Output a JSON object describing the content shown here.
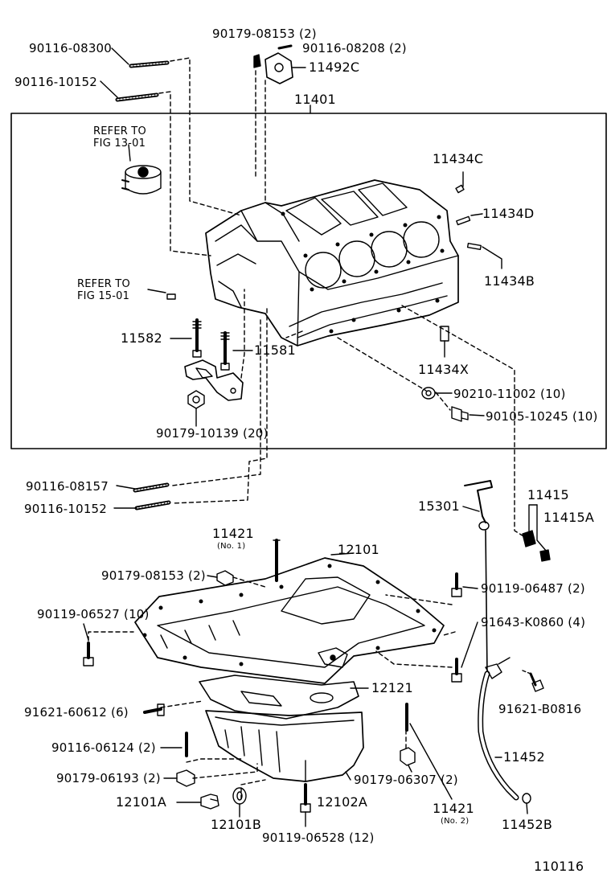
{
  "diagram_id": "110116",
  "box_label": "11401",
  "parts": {
    "p_90116_08300": "90116-08300",
    "p_90116_10152_top": "90116-10152",
    "p_90179_08153_top": "90179-08153 (2)",
    "p_90116_08208": "90116-08208 (2)",
    "p_11492C": "11492C",
    "p_11434C": "11434C",
    "p_11434D": "11434D",
    "p_11434B": "11434B",
    "p_11582": "11582",
    "p_11581": "11581",
    "p_11434X": "11434X",
    "p_90210_11002": "90210-11002 (10)",
    "p_90105_10245": "90105-10245 (10)",
    "p_90179_10139": "90179-10139 (20)",
    "p_90116_08157": "90116-08157",
    "p_90116_10152_bot": "90116-10152",
    "p_15301": "15301",
    "p_11415": "11415",
    "p_11415A": "11415A",
    "p_11421_1": "11421",
    "p_11421_1_note": "(No. 1)",
    "p_12101": "12101",
    "p_90179_08153_bot": "90179-08153 (2)",
    "p_90119_06487": "90119-06487 (2)",
    "p_90119_06527": "90119-06527 (10)",
    "p_91643_K0860": "91643-K0860 (4)",
    "p_12121": "12121",
    "p_91621_60612": "91621-60612 (6)",
    "p_91621_B0816": "91621-B0816",
    "p_90116_06124": "90116-06124 (2)",
    "p_11452": "11452",
    "p_90179_06193": "90179-06193 (2)",
    "p_90179_06307": "90179-06307 (2)",
    "p_12101A": "12101A",
    "p_12102A": "12102A",
    "p_12101B": "12101B",
    "p_11421_2": "11421",
    "p_11421_2_note": "(No. 2)",
    "p_11452B": "11452B",
    "p_90119_06528": "90119-06528 (12)"
  },
  "refs": {
    "ref1_line1": "REFER TO",
    "ref1_line2": "FIG 13-01",
    "ref2_line1": "REFER TO",
    "ref2_line2": "FIG 15-01"
  }
}
